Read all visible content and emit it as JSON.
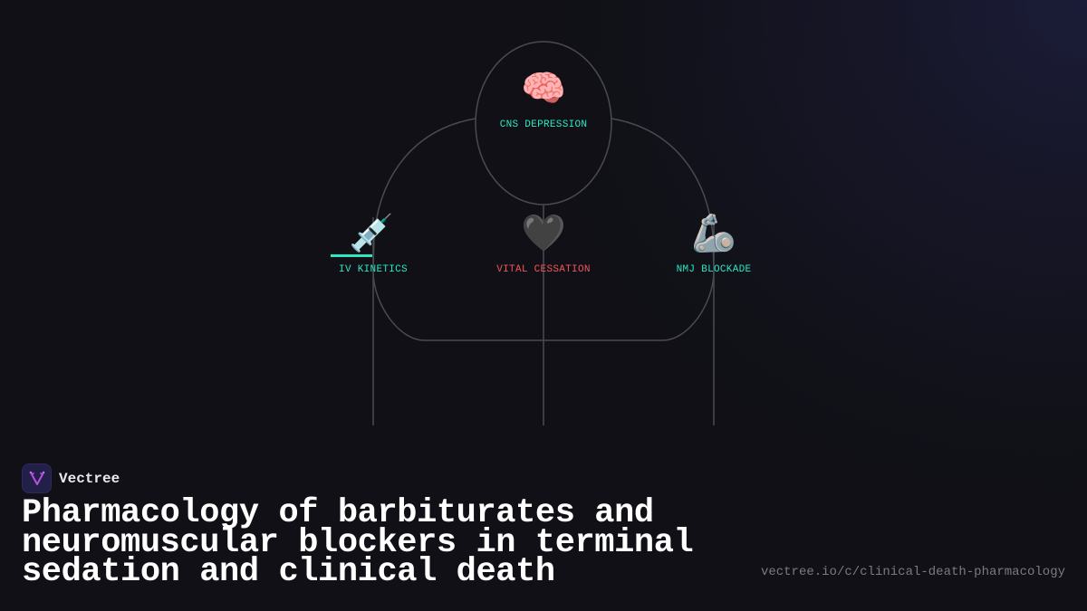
{
  "figure": {
    "head": {
      "icon": "brain-icon",
      "glyph": "🧠",
      "label": "CNS DEPRESSION",
      "label_color": "#2ee6c0"
    },
    "nodes": [
      {
        "icon": "syringe-icon",
        "glyph": "💉",
        "label": "IV KINETICS",
        "label_color": "#2ee6c0",
        "progress_color": "#2ee6c0"
      },
      {
        "icon": "black-heart-icon",
        "glyph": "🖤",
        "label": "VITAL CESSATION",
        "label_color": "#f0565a"
      },
      {
        "icon": "mechanical-arm-icon",
        "glyph": "🦾",
        "label": "NMJ BLOCKADE",
        "label_color": "#2ee6c0"
      }
    ],
    "outline_color": "#4a4a50"
  },
  "brand": {
    "name": "Vectree",
    "logo_icon": "vectree-logo-icon",
    "logo_bg": "#221f48",
    "logo_accent": "#b84fe0"
  },
  "title": {
    "lines": [
      "Pharmacology of barbiturates and",
      "neuromuscular blockers in terminal",
      "sedation and clinical death"
    ]
  },
  "footer": {
    "url": "vectree.io/c/clinical-death-pharmacology"
  }
}
